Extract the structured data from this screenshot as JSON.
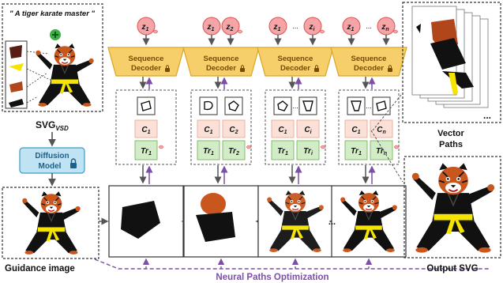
{
  "prompt": "\" A tiger karate master \"",
  "svg_vsd_label": {
    "main": "SVG",
    "sub": "VSD"
  },
  "diffusion_label": [
    "Diffusion",
    "Model"
  ],
  "guidance_label": "Guidance image",
  "seq_decoder_label": [
    "Sequence",
    "Decoder"
  ],
  "latents": [
    {
      "tokens": [
        {
          "base": "z",
          "sub": "1"
        }
      ]
    },
    {
      "tokens": [
        {
          "base": "z",
          "sub": "1"
        },
        {
          "base": "z",
          "sub": "2"
        }
      ]
    },
    {
      "tokens": [
        {
          "base": "z",
          "sub": "1"
        },
        {
          "base": "z",
          "sub": "i"
        }
      ],
      "dots": "..."
    },
    {
      "tokens": [
        {
          "base": "z",
          "sub": "1"
        },
        {
          "base": "z",
          "sub": "n"
        }
      ],
      "dots": "..."
    }
  ],
  "color_labels": [
    [
      {
        "base": "C",
        "sub": "1"
      }
    ],
    [
      {
        "base": "C",
        "sub": "1"
      },
      {
        "base": "C",
        "sub": "2"
      }
    ],
    [
      {
        "base": "C",
        "sub": "1"
      },
      {
        "base": "C",
        "sub": "i"
      }
    ],
    [
      {
        "base": "C",
        "sub": "1"
      },
      {
        "base": "C",
        "sub": "n"
      }
    ]
  ],
  "transform_labels": [
    [
      {
        "base": "Tr",
        "sub": "1"
      }
    ],
    [
      {
        "base": "Tr",
        "sub": "1"
      },
      {
        "base": "Tr",
        "sub": "2"
      }
    ],
    [
      {
        "base": "Tr",
        "sub": "1"
      },
      {
        "base": "Tr",
        "sub": "i"
      }
    ],
    [
      {
        "base": "Tr",
        "sub": "1"
      },
      {
        "base": "Tr",
        "sub": "n"
      }
    ]
  ],
  "mid_dots": "...",
  "render_dots": "...",
  "stack_dots": "...",
  "vector_paths_label": [
    "Vector",
    "Paths"
  ],
  "output_label": "Output SVG",
  "npo_label": "Neural Paths Optimization",
  "colors": {
    "latent_fill": "#f5a4a8",
    "latent_stroke": "#d9534f",
    "decoder_fill": "#f6cf6b",
    "decoder_stroke": "#d9a521",
    "color_fill": "#fbe0d8",
    "color_stroke": "#e8a48c",
    "transform_fill": "#d3ecc8",
    "transform_stroke": "#6ab04c",
    "diffusion_fill": "#bfe3f3",
    "diffusion_stroke": "#3a9cc7",
    "purple": "#7b4fa8",
    "plus_green": "#3fae49",
    "tiger_orange": "#c9561c",
    "belt_yellow": "#f5e400"
  }
}
